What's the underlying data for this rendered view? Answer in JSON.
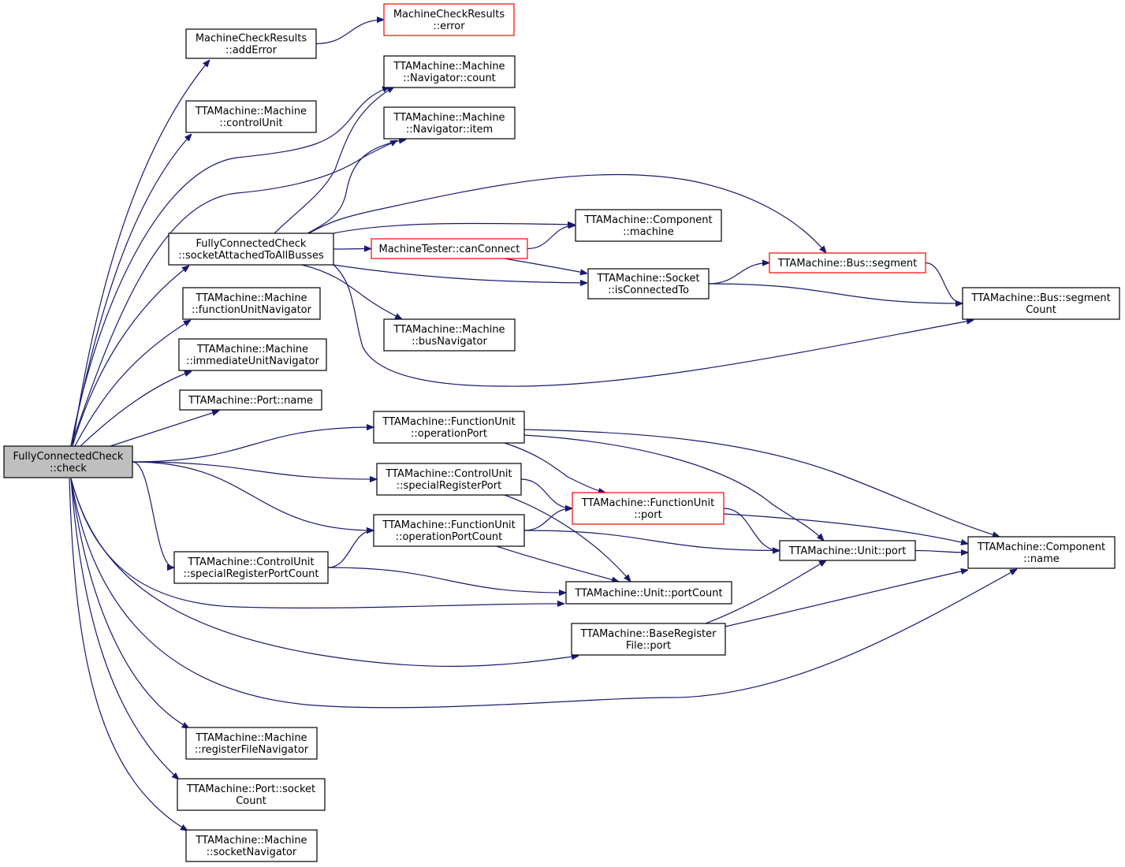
{
  "colors": {
    "edge": "#191970",
    "node_border": "#000000",
    "node_border_incomplete": "#ff0000",
    "root_fill": "#bfbfbf",
    "node_fill": "#ffffff"
  },
  "nodes": {
    "check": {
      "lines": [
        "FullyConnectedCheck",
        "::check"
      ],
      "style": "root"
    },
    "addError": {
      "lines": [
        "MachineCheckResults",
        "::addError"
      ],
      "style": "normal"
    },
    "error": {
      "lines": [
        "MachineCheckResults",
        "::error"
      ],
      "style": "incomplete"
    },
    "controlUnit": {
      "lines": [
        "TTAMachine::Machine",
        "::controlUnit"
      ],
      "style": "normal"
    },
    "navCount": {
      "lines": [
        "TTAMachine::Machine",
        "::Navigator::count"
      ],
      "style": "normal"
    },
    "navItem": {
      "lines": [
        "TTAMachine::Machine",
        "::Navigator::item"
      ],
      "style": "normal"
    },
    "socketAttached": {
      "lines": [
        "FullyConnectedCheck",
        "::socketAttachedToAllBusses"
      ],
      "style": "normal"
    },
    "compMachine": {
      "lines": [
        "TTAMachine::Component",
        "::machine"
      ],
      "style": "normal"
    },
    "canConnect": {
      "lines": [
        "MachineTester::canConnect"
      ],
      "style": "incomplete"
    },
    "busSegment": {
      "lines": [
        "TTAMachine::Bus::segment"
      ],
      "style": "incomplete"
    },
    "isConnectedTo": {
      "lines": [
        "TTAMachine::Socket",
        "::isConnectedTo"
      ],
      "style": "normal"
    },
    "segmentCount": {
      "lines": [
        "TTAMachine::Bus::segment",
        "Count"
      ],
      "style": "normal"
    },
    "fuNavigator": {
      "lines": [
        "TTAMachine::Machine",
        "::functionUnitNavigator"
      ],
      "style": "normal"
    },
    "busNavigator": {
      "lines": [
        "TTAMachine::Machine",
        "::busNavigator"
      ],
      "style": "normal"
    },
    "iuNavigator": {
      "lines": [
        "TTAMachine::Machine",
        "::immediateUnitNavigator"
      ],
      "style": "normal"
    },
    "portName": {
      "lines": [
        "TTAMachine::Port::name"
      ],
      "style": "normal"
    },
    "operationPort": {
      "lines": [
        "TTAMachine::FunctionUnit",
        "::operationPort"
      ],
      "style": "normal"
    },
    "specialRegPort": {
      "lines": [
        "TTAMachine::ControlUnit",
        "::specialRegisterPort"
      ],
      "style": "normal"
    },
    "fuPort": {
      "lines": [
        "TTAMachine::FunctionUnit",
        "::port"
      ],
      "style": "incomplete"
    },
    "opPortCount": {
      "lines": [
        "TTAMachine::FunctionUnit",
        "::operationPortCount"
      ],
      "style": "normal"
    },
    "unitPort": {
      "lines": [
        "TTAMachine::Unit::port"
      ],
      "style": "normal"
    },
    "compName": {
      "lines": [
        "TTAMachine::Component",
        "::name"
      ],
      "style": "normal"
    },
    "specRegPortCount": {
      "lines": [
        "TTAMachine::ControlUnit",
        "::specialRegisterPortCount"
      ],
      "style": "normal"
    },
    "unitPortCount": {
      "lines": [
        "TTAMachine::Unit::portCount"
      ],
      "style": "normal"
    },
    "brfPort": {
      "lines": [
        "TTAMachine::BaseRegister",
        "File::port"
      ],
      "style": "normal"
    },
    "rfNavigator": {
      "lines": [
        "TTAMachine::Machine",
        "::registerFileNavigator"
      ],
      "style": "normal"
    },
    "socketCount": {
      "lines": [
        "TTAMachine::Port::socket",
        "Count"
      ],
      "style": "normal"
    },
    "socketNavigator": {
      "lines": [
        "TTAMachine::Machine",
        "::socketNavigator"
      ],
      "style": "normal"
    }
  },
  "edges": [
    [
      "check",
      "addError"
    ],
    [
      "addError",
      "error"
    ],
    [
      "check",
      "controlUnit"
    ],
    [
      "check",
      "navCount"
    ],
    [
      "check",
      "navItem"
    ],
    [
      "check",
      "socketAttached"
    ],
    [
      "check",
      "fuNavigator"
    ],
    [
      "check",
      "iuNavigator"
    ],
    [
      "check",
      "portName"
    ],
    [
      "check",
      "operationPort"
    ],
    [
      "check",
      "specialRegPort"
    ],
    [
      "check",
      "opPortCount"
    ],
    [
      "check",
      "specRegPortCount"
    ],
    [
      "check",
      "unitPortCount"
    ],
    [
      "check",
      "brfPort"
    ],
    [
      "check",
      "compName"
    ],
    [
      "check",
      "rfNavigator"
    ],
    [
      "check",
      "socketCount"
    ],
    [
      "check",
      "socketNavigator"
    ],
    [
      "socketAttached",
      "navCount"
    ],
    [
      "socketAttached",
      "navItem"
    ],
    [
      "socketAttached",
      "busSegment"
    ],
    [
      "socketAttached",
      "compMachine"
    ],
    [
      "socketAttached",
      "canConnect"
    ],
    [
      "socketAttached",
      "isConnectedTo"
    ],
    [
      "socketAttached",
      "busNavigator"
    ],
    [
      "socketAttached",
      "segmentCount"
    ],
    [
      "canConnect",
      "compMachine"
    ],
    [
      "canConnect",
      "isConnectedTo"
    ],
    [
      "isConnectedTo",
      "busSegment"
    ],
    [
      "isConnectedTo",
      "segmentCount"
    ],
    [
      "busSegment",
      "segmentCount"
    ],
    [
      "operationPort",
      "fuPort"
    ],
    [
      "operationPort",
      "unitPort"
    ],
    [
      "operationPort",
      "compName"
    ],
    [
      "specialRegPort",
      "fuPort"
    ],
    [
      "specialRegPort",
      "unitPortCount"
    ],
    [
      "fuPort",
      "unitPort"
    ],
    [
      "fuPort",
      "compName"
    ],
    [
      "opPortCount",
      "fuPort"
    ],
    [
      "opPortCount",
      "unitPort"
    ],
    [
      "opPortCount",
      "unitPortCount"
    ],
    [
      "specRegPortCount",
      "opPortCount"
    ],
    [
      "specRegPortCount",
      "unitPortCount"
    ],
    [
      "unitPort",
      "compName"
    ],
    [
      "brfPort",
      "unitPort"
    ],
    [
      "brfPort",
      "compName"
    ]
  ]
}
